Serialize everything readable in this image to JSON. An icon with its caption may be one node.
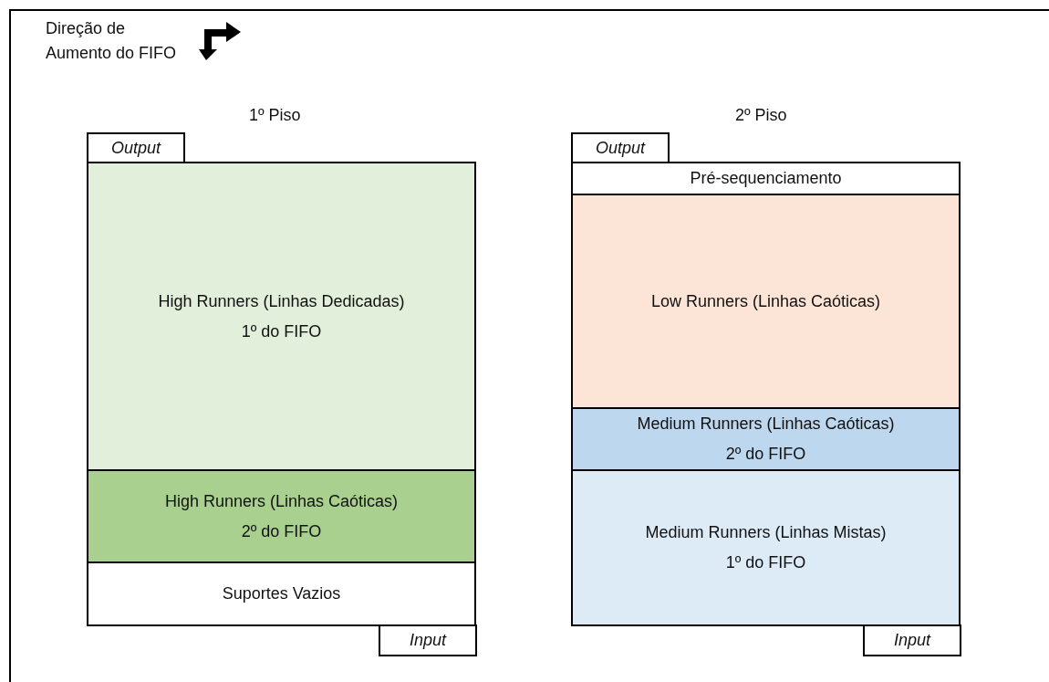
{
  "diagram": {
    "nodes": [
      {
        "text": [
          "Output"
        ]
      },
      {
        "text": [
          "High Runners (Linhas Dedicadas)",
          "1º do FIFO"
        ]
      },
      {
        "text": [
          "High Runners (Linhas Caóticas)",
          "2º do FIFO"
        ]
      },
      {
        "text": [
          "Suportes Vazios"
        ]
      },
      {
        "text": [
          "Input"
        ]
      },
      {
        "text": [
          "Output"
        ]
      },
      {
        "text": [
          "Pré-sequenciamento"
        ]
      },
      {
        "text": [
          "Low Runners (Linhas Caóticas)"
        ]
      },
      {
        "text": [
          "Medium Runners (Linhas Caóticas)",
          "2º do FIFO"
        ]
      },
      {
        "text": [
          "Medium Runners (Linhas Mistas)",
          "1º do FIFO"
        ]
      },
      {
        "text": [
          "Input"
        ]
      }
    ],
    "labels": [
      "Direção de Aumento do FIFO",
      "1º Piso",
      "2º Piso"
    ]
  }
}
